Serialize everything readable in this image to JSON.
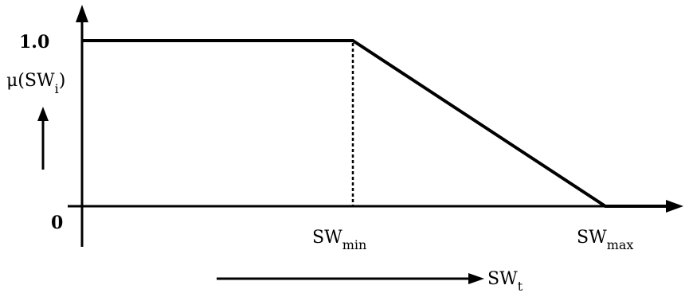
{
  "diagram": {
    "y_tick_top": "1.0",
    "y_tick_zero": "0",
    "y_axis_label": {
      "prefix": "μ(SW",
      "subscript": "i",
      "suffix": ")"
    },
    "x_tick_min": {
      "base": "SW",
      "subscript": "min"
    },
    "x_tick_max": {
      "base": "SW",
      "subscript": "max"
    },
    "x_axis_label": {
      "base": "SW",
      "subscript": "t"
    }
  },
  "colors": {
    "ink": "#000000",
    "background": "#ffffff"
  }
}
